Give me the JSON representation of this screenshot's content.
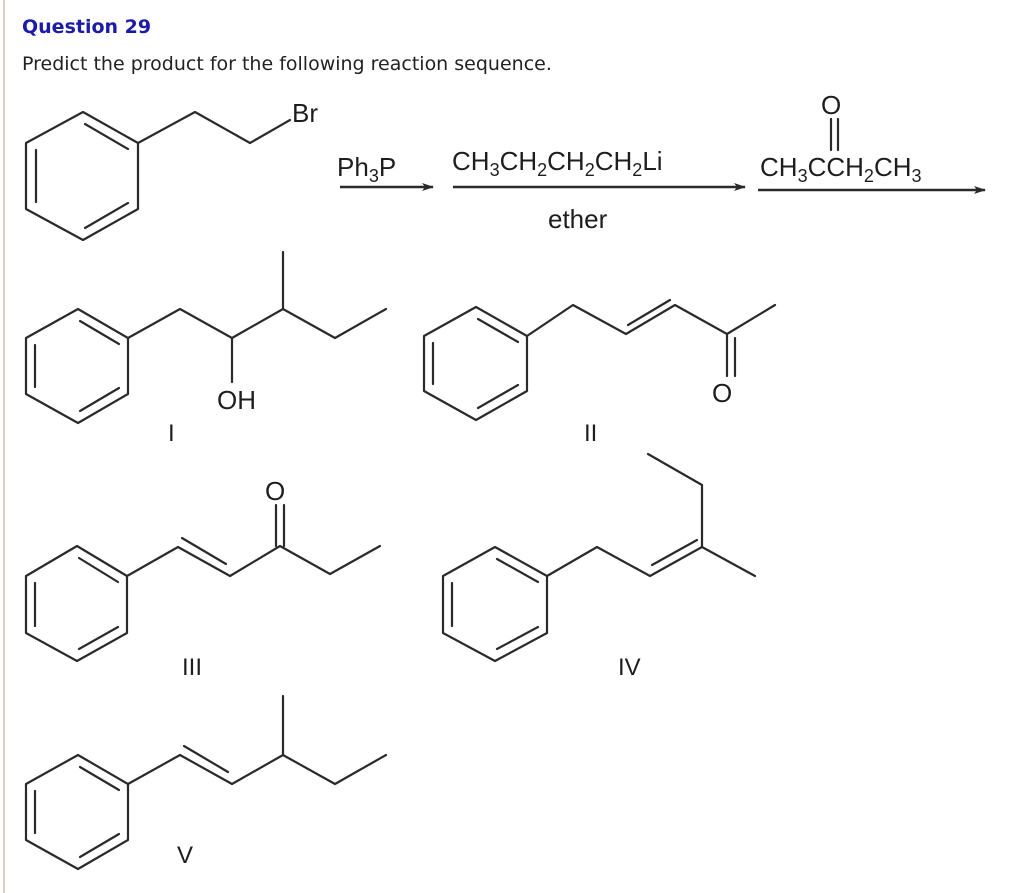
{
  "question": {
    "title": "Question 29",
    "prompt": "Predict the product for the following reaction sequence."
  },
  "reaction": {
    "starting_material": {
      "name": "2-phenylethyl bromide",
      "atom_label": "Br"
    },
    "steps": [
      {
        "above": {
          "main": "Ph",
          "sub": "3",
          "tail": "P"
        },
        "below": ""
      },
      {
        "above": {
          "parts": [
            "CH",
            "3",
            "CH",
            "2",
            "CH",
            "2",
            "CH",
            "2",
            "Li"
          ]
        },
        "below": "ether"
      },
      {
        "above": {
          "parts": [
            "CH",
            "3",
            "CCH",
            "2",
            "CH",
            "3"
          ],
          "carbonyl_o": "O"
        },
        "below": ""
      }
    ]
  },
  "answer_choices": [
    {
      "label": "I",
      "atom_labels": [
        "OH"
      ]
    },
    {
      "label": "II",
      "atom_labels": [
        "O"
      ]
    },
    {
      "label": "III",
      "atom_labels": [
        "O"
      ]
    },
    {
      "label": "IV",
      "atom_labels": []
    },
    {
      "label": "V",
      "atom_labels": []
    }
  ],
  "colors": {
    "title": "#1b1ba8",
    "text": "#222222",
    "bonds": "#2a2a2a",
    "left_rule": "#d9cfc4"
  }
}
